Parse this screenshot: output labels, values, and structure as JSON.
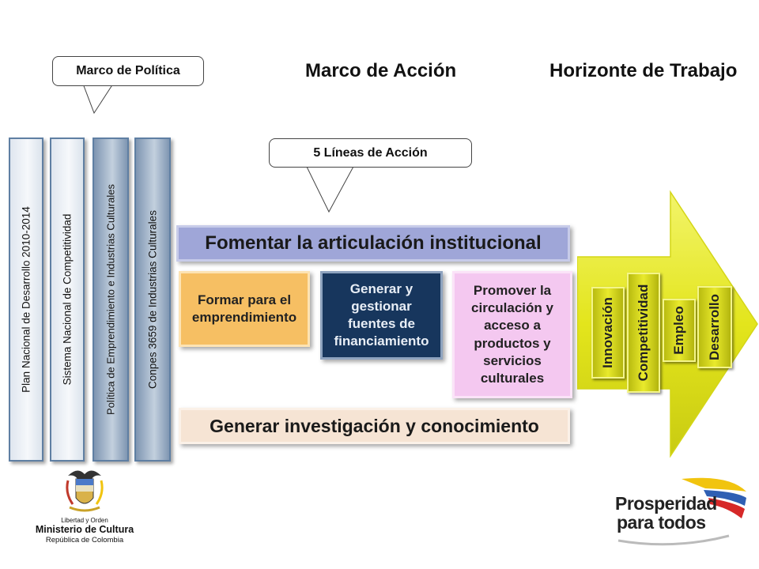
{
  "headings": {
    "marco_politica": "Marco de Política",
    "marco_accion": "Marco de Acción",
    "horizonte_trabajo": "Horizonte de Trabajo",
    "lineas_accion": "5 Líneas de Acción"
  },
  "policy_pillars": [
    "Plan Nacional de Desarrollo 2010-2014",
    "Sistema Nacional de Competitividad",
    "Política de Emprendimiento e Industrias Culturales",
    "Conpes 3659 de Industrias Culturales"
  ],
  "action_lines": {
    "top": "Fomentar la articulación institucional",
    "box1": "Formar para el emprendimiento",
    "box2": "Generar y gestionar fuentes de financiamiento",
    "box3": "Promover la circulación y acceso a productos y servicios culturales",
    "bottom": "Generar investigación y conocimiento"
  },
  "horizon_items": [
    "Innovación",
    "Competitividad",
    "Empleo",
    "Desarrollo"
  ],
  "logos": {
    "ministry": {
      "motto": "Libertad y Orden",
      "name": "Ministerio de Cultura",
      "country": "República de Colombia"
    },
    "prosperidad": {
      "line1": "Prosperidad",
      "line2": "para todos"
    }
  },
  "colors": {
    "top_bar": "#9fa6d8",
    "box_orange": "#f6bf63",
    "box_navy": "#17365d",
    "box_pink": "#f4c8f0",
    "bottom_bar": "#f6e4d4",
    "arrow_yellow": "#e6e826"
  }
}
